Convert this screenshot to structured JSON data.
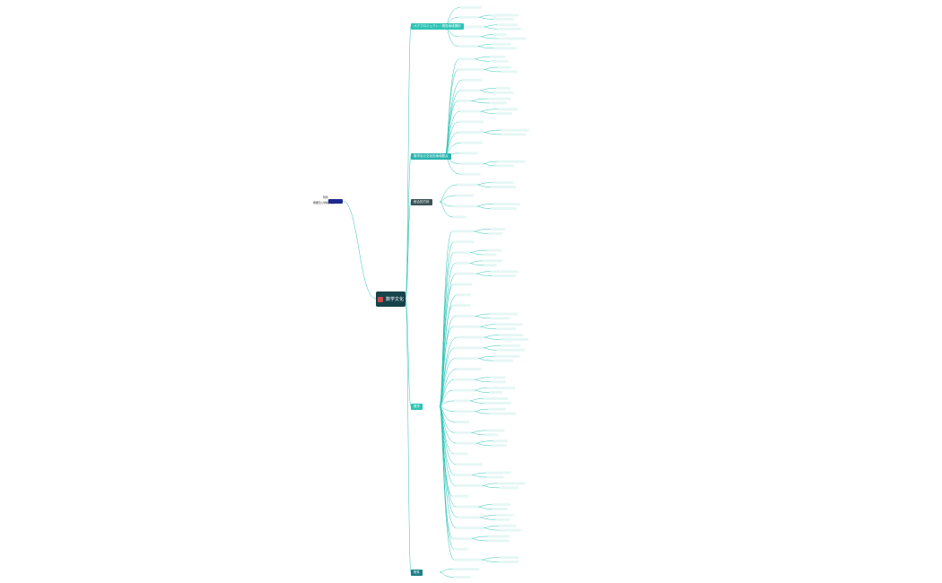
{
  "root": {
    "title": "数学文化"
  },
  "branches": [
    {
      "label": "ペアプロジェクト・視覚地域選択",
      "color": "#2ec4b6"
    },
    {
      "label": "数学及び文化的地域要点",
      "color": "#2ab3ae"
    },
    {
      "label": "総合的方針",
      "color": "#3b5356"
    },
    {
      "label": "数学",
      "color": "#2ec4b6"
    },
    {
      "label": "附件",
      "color": "#1f7f86"
    }
  ],
  "side": {
    "label_top": "附件",
    "label_bottom": "概要及び詳細内容"
  },
  "colors": {
    "edge": "#2ec4b6",
    "leaf_bg": "#e6f7f5",
    "leaf_text": "#1b6d6a",
    "gray_bg": "#eeeeee"
  }
}
